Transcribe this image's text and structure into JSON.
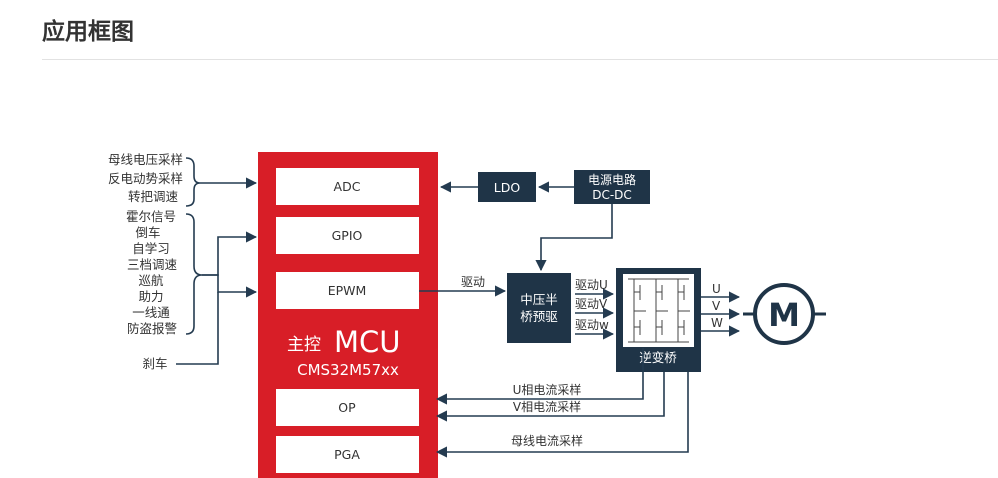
{
  "page": {
    "heading": "应用框图"
  },
  "diagram": {
    "inputs_group_1": [
      "母线电压采样",
      "反电动势采样",
      "转把调速"
    ],
    "inputs_group_2": [
      "霍尔信号",
      "倒车",
      "自学习",
      "三档调速",
      "巡航",
      "助力",
      "一线通",
      "防盗报警"
    ],
    "brake_label": "刹车",
    "mcu": {
      "title_prefix": "主控",
      "title_main": "MCU",
      "model": "CMS32M57xx",
      "modules": {
        "adc": "ADC",
        "gpio": "GPIO",
        "epwm": "EPWM",
        "op": "OP",
        "pga": "PGA"
      }
    },
    "ldo_label": "LDO",
    "power": {
      "line1": "电源电路",
      "line2": "DC-DC"
    },
    "drive_label": "驱动",
    "predriver": {
      "line1": "中压半",
      "line2": "桥预驱"
    },
    "drive_outputs": [
      "驱动U",
      "驱动V",
      "驱动w"
    ],
    "inverter_label": "逆变桥",
    "phases": [
      "U",
      "V",
      "W"
    ],
    "motor_label": "M",
    "feedback": {
      "u_current": "U相电流采样",
      "v_current": "V相电流采样",
      "bus_current": "母线电流采样"
    },
    "colors": {
      "mcu_red": "#d81e27",
      "dark_navy": "#1f3447",
      "line": "#243b50"
    }
  }
}
